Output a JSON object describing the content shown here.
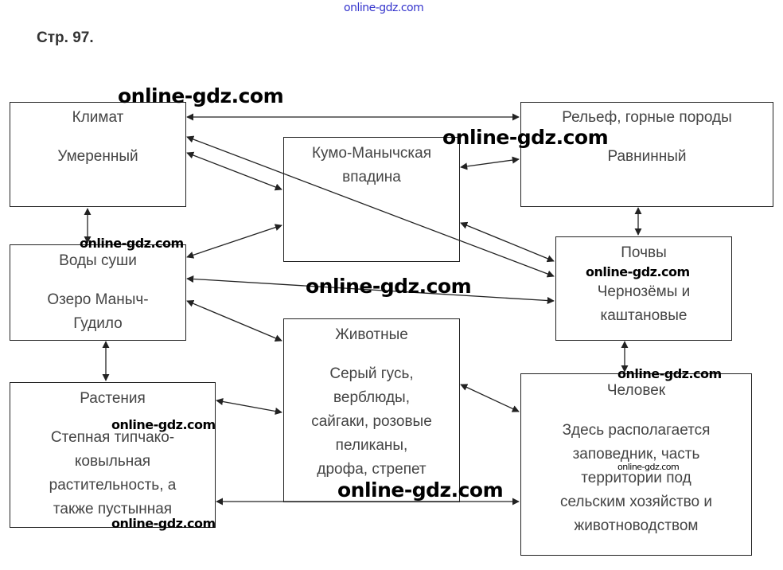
{
  "page_label": "Стр. 97.",
  "watermark": "online-gdz.com",
  "boxes": {
    "climate": {
      "title": "Климат",
      "lines": [
        "Умеренный"
      ]
    },
    "relief": {
      "title": "Рельеф, горные породы",
      "lines": [
        "Равнинный"
      ]
    },
    "depression": {
      "title": "Кумо-Манычская",
      "lines": [
        "впадина"
      ]
    },
    "waters": {
      "title": "Воды суши",
      "lines": [
        "Озеро Маныч-",
        "Гудило"
      ]
    },
    "soils": {
      "title": "Почвы",
      "lines": [
        "Чернозёмы и",
        "каштановые"
      ]
    },
    "animals": {
      "title": "Животные",
      "lines": [
        "Серый гусь,",
        "верблюды,",
        "сайгаки, розовые",
        "пеликаны,",
        "дрофа, стрепет"
      ]
    },
    "plants": {
      "title": "Растения",
      "lines": [
        "Степная типчако-",
        "ковыльная",
        "растительность, а",
        "также пустынная"
      ]
    },
    "human": {
      "title": "Человек",
      "lines": [
        "Здесь располагается",
        "заповедник, часть",
        "территории под",
        "сельским хозяйство и",
        "животноводством"
      ]
    }
  }
}
